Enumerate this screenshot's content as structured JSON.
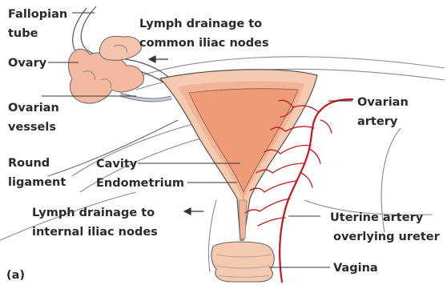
{
  "figure_tag": "(a)",
  "labels": {
    "fallopian_tube": [
      "Fallopian",
      "tube"
    ],
    "ovary": "Ovary",
    "ovarian_vessels": [
      "Ovarian",
      "vessels"
    ],
    "round_ligament": [
      "Round",
      "ligament"
    ],
    "lymph_common": [
      "Lymph drainage to",
      "common iliac nodes"
    ],
    "cavity": "Cavity",
    "endometrium": "Endometrium",
    "lymph_internal": [
      "Lymph drainage to",
      "internal iliac nodes"
    ],
    "ovarian_artery": [
      "Ovarian",
      "artery"
    ],
    "uterine_artery": [
      "Uterine artery",
      "overlying ureter"
    ],
    "vagina": "Vagina"
  },
  "colors": {
    "uterus_fill": "#f6c9b1",
    "cavity_fill": "#ee9c78",
    "ovary_fill": "#f4b9a0",
    "artery": "#c4161c",
    "outline": "#555555"
  }
}
